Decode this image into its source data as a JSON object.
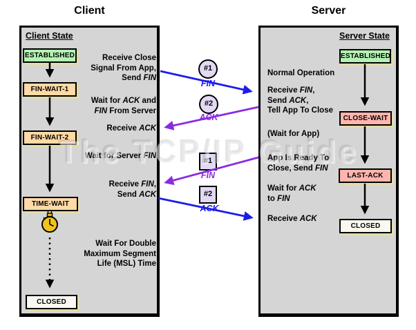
{
  "colors": {
    "panel-bg": "#d5d5d5",
    "state-green": "#b4f2b4",
    "state-peach": "#ffd9a6",
    "state-pink": "#ffb5ad",
    "state-white": "#f9f9f1",
    "box-shadow": "#e3dcaa",
    "badge-fill": "#e2d9f3",
    "arrow-blue": "#1c1ce8",
    "arrow-purple": "#8a2be2",
    "timer-yellow": "#f2c21c"
  },
  "watermark": "The TCP/IP Guide",
  "client": {
    "title": "Client",
    "header": "Client State",
    "states": {
      "established": "ESTABLISHED",
      "fin_wait_1": "FIN-WAIT-1",
      "fin_wait_2": "FIN-WAIT-2",
      "time_wait": "TIME-WAIT",
      "closed": "CLOSED"
    },
    "notes": {
      "n1": "Receive Close\nSignal From App,\nSend *FIN*",
      "n2": "Wait for *ACK* and\n*FIN* From Server",
      "n3": "Receive *ACK*",
      "n4": "Wait for Server *FIN*",
      "n5": "Receive *FIN*,\nSend *ACK*",
      "n6": "Wait For Double\nMaximum Segment\nLife (MSL) Time"
    }
  },
  "server": {
    "title": "Server",
    "header": "Server State",
    "states": {
      "established": "ESTABLISHED",
      "close_wait": "CLOSE-WAIT",
      "last_ack": "LAST-ACK",
      "closed": "CLOSED"
    },
    "notes": {
      "n1": "Normal Operation",
      "n2": "Receive *FIN*,\nSend *ACK*,\nTell App To Close",
      "n3": "(Wait for App)",
      "n4": "App Is Ready To\nClose, Send *FIN*",
      "n5": "Wait for *ACK*\nto *FIN*",
      "n6": "Receive *ACK*"
    }
  },
  "messages": {
    "m1": {
      "badge": "#1",
      "label": "FIN"
    },
    "m2": {
      "badge": "#2",
      "label": "ACK"
    },
    "m3": {
      "badge": "#1",
      "label": "FIN"
    },
    "m4": {
      "badge": "#2",
      "label": "ACK"
    }
  }
}
